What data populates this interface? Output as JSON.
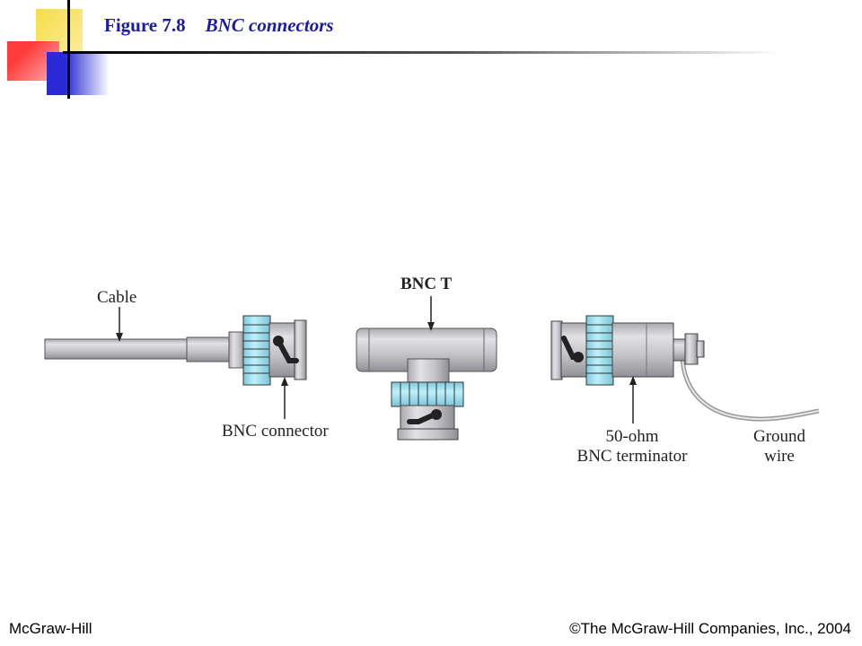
{
  "header": {
    "figure_number": "Figure 7.8",
    "figure_name": "BNC connectors"
  },
  "diagram": {
    "labels": {
      "cable": "Cable",
      "bnc_connector": "BNC connector",
      "bnc_t": "BNC T",
      "terminator_line1": "50-ohm",
      "terminator_line2": "BNC terminator",
      "ground_line1": "Ground",
      "ground_line2": "wire"
    }
  },
  "footer": {
    "publisher": "McGraw-Hill",
    "copyright": "©The McGraw-Hill Companies, Inc., 2004"
  },
  "colors": {
    "accent_yellow": "#f5dc45",
    "accent_red": "#ff3b3b",
    "accent_blue": "#2b2bd6",
    "title_color": "#1a1aa6",
    "connector_gray": "#c8c8cc",
    "nut_cyan": "#9fdff0"
  }
}
